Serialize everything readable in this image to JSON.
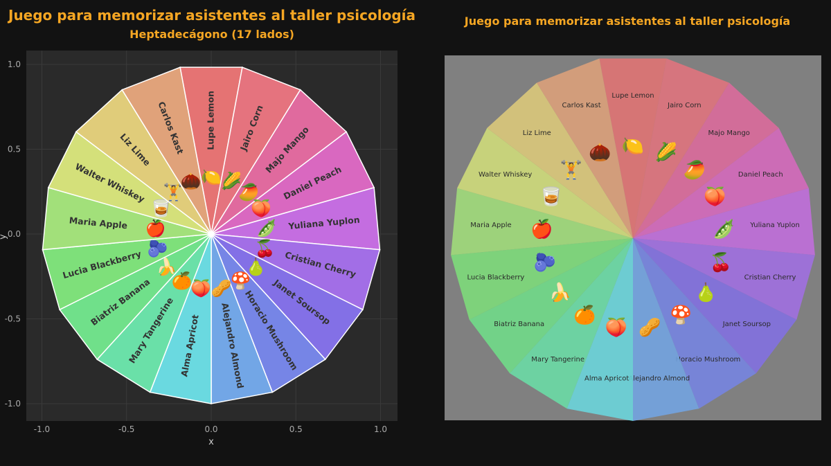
{
  "colors": {
    "title": "#f5a623",
    "left_panel_bg": "#2a2a2a",
    "right_panel_bg": "#808080"
  },
  "left_chart": {
    "title": "Juego para memorizar asistentes al taller psicología",
    "subtitle": "Heptadecágono (17 lados)",
    "xlabel": "x",
    "ylabel": "y"
  },
  "right_chart": {
    "title": "Juego para memorizar asistentes al taller psicología"
  },
  "chart_data": [
    {
      "type": "polygon-wheel",
      "sides": 17,
      "xlim": [
        -1.1,
        1.1
      ],
      "ylim": [
        -1.1,
        1.1
      ],
      "xticks": [
        -1.0,
        -0.5,
        0.0,
        0.5,
        1.0
      ],
      "yticks": [
        1.0,
        0.5,
        0.0,
        -0.5,
        -1.0
      ],
      "tick_labels_x": [
        "-1.0",
        "-0.5",
        "0.0",
        "0.5",
        "1.0"
      ],
      "tick_labels_y": [
        "1.0",
        "0.5",
        "0.0",
        "-0.5",
        "-1.0"
      ],
      "grid": true,
      "segments": [
        {
          "name": "Lupe Lemon",
          "emoji": "🍋",
          "color": "#e57373"
        },
        {
          "name": "Jairo Corn",
          "emoji": "🌽",
          "color": "#e5737e"
        },
        {
          "name": "Majo Mango",
          "emoji": "🥭",
          "color": "#e06a9e"
        },
        {
          "name": "Daniel Peach",
          "emoji": "🍑",
          "color": "#d968c0"
        },
        {
          "name": "Yuliana Yuplon",
          "emoji": "🫛",
          "color": "#c46de0"
        },
        {
          "name": "Cristian Cherry",
          "emoji": "🍒",
          "color": "#a26ee6"
        },
        {
          "name": "Janet Soursop",
          "emoji": "🍐",
          "color": "#8370e6"
        },
        {
          "name": "Horacio Mushroom",
          "emoji": "🍄",
          "color": "#7685e6"
        },
        {
          "name": "Alejandro Almond",
          "emoji": "🥜",
          "color": "#72a6e6"
        },
        {
          "name": "Alma Apricot",
          "emoji": "🍑",
          "color": "#6ad9e0"
        },
        {
          "name": "Mary Tangerine",
          "emoji": "🍊",
          "color": "#6ae0a8"
        },
        {
          "name": "Biatriz Banana",
          "emoji": "🍌",
          "color": "#70e08a"
        },
        {
          "name": "Lucia Blackberry",
          "emoji": "🫐",
          "color": "#7ee07a"
        },
        {
          "name": "Maria Apple",
          "emoji": "🍎",
          "color": "#a2e07a"
        },
        {
          "name": "Walter Whiskey",
          "emoji": "🥃",
          "color": "#d4e07a"
        },
        {
          "name": "Liz Lime",
          "emoji": "🏋",
          "color": "#e0cc7a"
        },
        {
          "name": "Carlos Kast",
          "emoji": "🌰",
          "color": "#e0a27a"
        }
      ]
    }
  ]
}
